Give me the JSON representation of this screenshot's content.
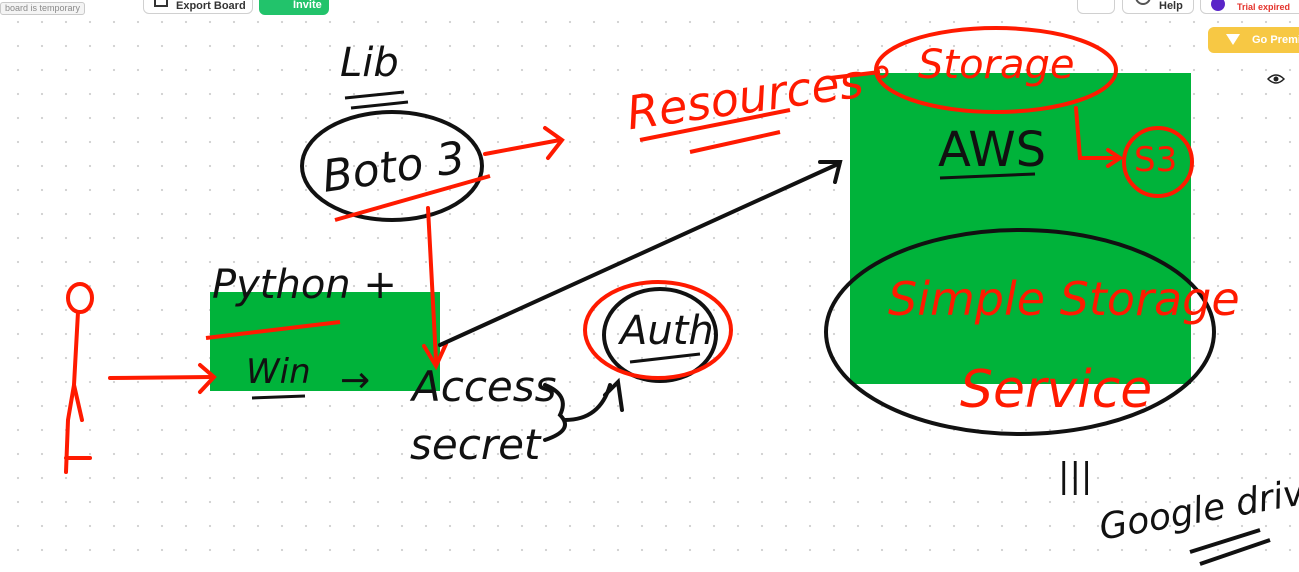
{
  "toolbar": {
    "temp_notice": "board is temporary",
    "export_label": "Export Board",
    "invite_label": "Invite",
    "help_label": "Help",
    "trial_label": "Trial expired",
    "premium_label": "Go Premi"
  },
  "colors": {
    "green_panel": "#00b33a",
    "ink_red": "#ff1a00",
    "ink_black": "#111111",
    "invite_green": "#22c36b",
    "premium_yellow": "#f7c844"
  },
  "whiteboard": {
    "lib": "Lib",
    "boto3": "Boto 3",
    "resources": "Resources",
    "storage": "Storage",
    "aws": "AWS",
    "s3": "S3",
    "python": "Python +",
    "win": "Win",
    "arrow_text": "→",
    "access": "Access",
    "secret": "secret",
    "auth": "Auth",
    "simple_storage": "Simple Storage",
    "service": "Service",
    "equals": "|||",
    "google_drive": "Google drive"
  }
}
